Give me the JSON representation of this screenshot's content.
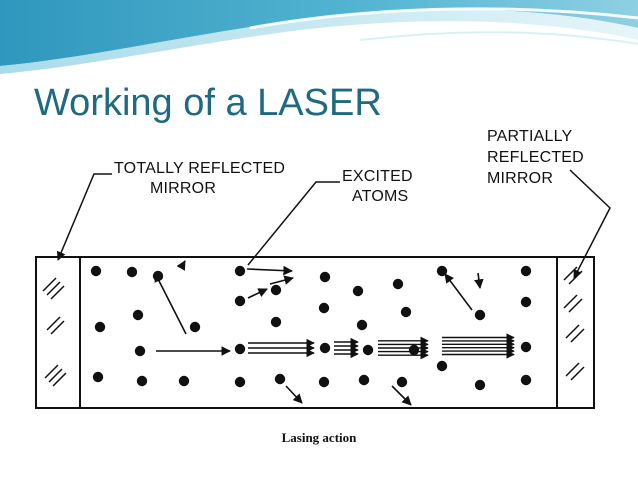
{
  "slide": {
    "title": "Working of a LASER",
    "title_color": "#1f6a80",
    "caption": "Lasing action"
  },
  "labels": {
    "totally_reflected": [
      "TOTALLY REFLECTED",
      "MIRROR"
    ],
    "excited_atoms": [
      "EXCITED",
      "ATOMS"
    ],
    "partially_reflected": [
      "PARTIALLY",
      "REFLECTED",
      "MIRROR"
    ]
  },
  "colors": {
    "banner_dark": "#5ab3cf",
    "banner_light": "#bfe3ee",
    "ink": "#111111"
  }
}
